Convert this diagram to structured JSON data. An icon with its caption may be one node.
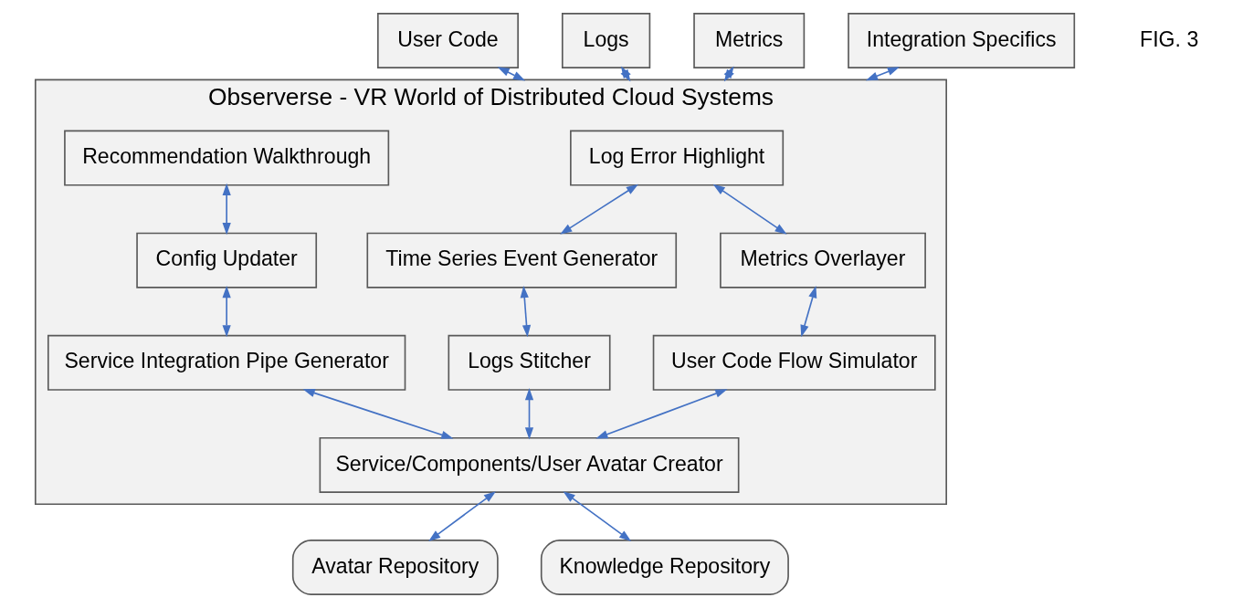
{
  "diagram": {
    "nodes": [
      {
        "text": [
          "User Code"
        ]
      },
      {
        "text": [
          "Logs"
        ]
      },
      {
        "text": [
          "Metrics"
        ]
      },
      {
        "text": [
          "Integration Specifics"
        ]
      },
      {
        "text": [
          "Observerse - VR World of Distributed Cloud Systems"
        ]
      },
      {
        "text": [
          "Log Error Highlight"
        ],
        "in": 4
      },
      {
        "text": [
          "Recommendation Walkthrough"
        ],
        "in": 4
      },
      {
        "text": [
          "Time Series Event Generator"
        ],
        "in": 4
      },
      {
        "text": [
          "Metrics Overlayer"
        ],
        "in": 4
      },
      {
        "text": [
          "Config Updater"
        ],
        "in": 4
      },
      {
        "text": [
          "Logs Stitcher"
        ],
        "in": 4
      },
      {
        "text": [
          "User Code Flow Simulator"
        ],
        "in": 4
      },
      {
        "text": [
          "Service Integration Pipe Generator"
        ],
        "in": 4
      },
      {
        "text": [
          "Service/Components/User Avatar Creator"
        ],
        "in": 4
      },
      {
        "text": [
          "Avatar Repository"
        ]
      },
      {
        "text": [
          "Knowledge Repository"
        ]
      }
    ],
    "edges": [
      {
        "from": 0,
        "to": 4,
        "arrow": "both"
      },
      {
        "from": 1,
        "to": 4,
        "arrow": "both"
      },
      {
        "from": 2,
        "to": 4,
        "arrow": "both"
      },
      {
        "from": 3,
        "to": 4,
        "arrow": "both"
      },
      {
        "from": 5,
        "to": 7,
        "arrow": "both"
      },
      {
        "from": 5,
        "to": 8,
        "arrow": "both"
      },
      {
        "from": 6,
        "to": 9,
        "arrow": "both"
      },
      {
        "from": 9,
        "to": 12,
        "arrow": "both"
      },
      {
        "from": 7,
        "to": 10,
        "arrow": "both"
      },
      {
        "from": 8,
        "to": 11,
        "arrow": "both"
      },
      {
        "from": 10,
        "to": 13,
        "arrow": "both"
      },
      {
        "from": 11,
        "to": 13,
        "arrow": "both"
      },
      {
        "from": 12,
        "to": 13,
        "arrow": "both"
      },
      {
        "from": 13,
        "to": 14,
        "arrow": "both"
      },
      {
        "from": 13,
        "to": 15,
        "arrow": "both"
      }
    ],
    "labels": [
      "FIG. 3"
    ]
  }
}
